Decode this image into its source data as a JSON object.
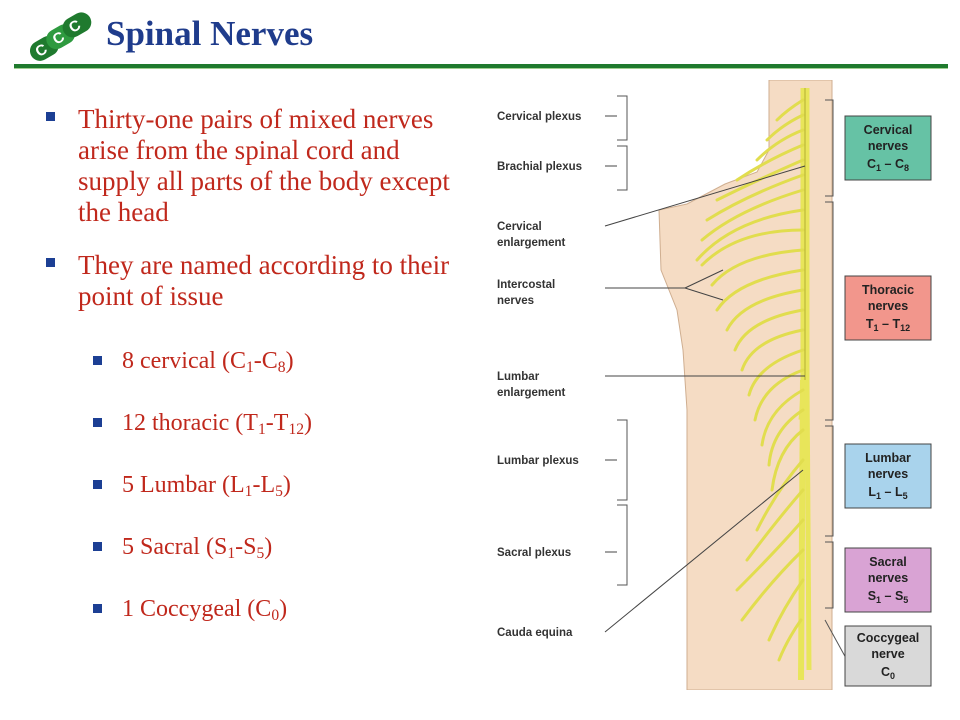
{
  "slide": {
    "title": "Spinal Nerves",
    "logo_icon": "ccc-logo-icon",
    "colors": {
      "title": "#1f3c8c",
      "text": "#c0281c",
      "bullet": "#1c3f94",
      "rule": "#1f7a2e"
    }
  },
  "bullets": [
    {
      "text": "Thirty-one pairs of mixed nerves arise from the spinal cord and supply all parts of the body except the head"
    },
    {
      "text": "They are named according to their point of issue"
    }
  ],
  "sub_bullets": [
    {
      "label": "8 cervical",
      "a": "C",
      "a_sub": "1",
      "b": "C",
      "b_sub": "8"
    },
    {
      "label": "12 thoracic",
      "a": "T",
      "a_sub": "1",
      "b": "T",
      "b_sub": "12"
    },
    {
      "label": "5 Lumbar",
      "a": "L",
      "a_sub": "1",
      "b": "L",
      "b_sub": "5"
    },
    {
      "label": "5 Sacral",
      "a": "S",
      "a_sub": "1",
      "b": "S",
      "b_sub": "5"
    },
    {
      "label": "1 Coccygeal",
      "a": "C",
      "a_sub": "0",
      "b": "",
      "b_sub": ""
    }
  ],
  "figure": {
    "left_labels": {
      "cervical_plexus": "Cervical plexus",
      "brachial_plexus": "Brachial plexus",
      "cervical_enlargement_1": "Cervical",
      "cervical_enlargement_2": "enlargement",
      "intercostal_nerves_1": "Intercostal",
      "intercostal_nerves_2": "nerves",
      "lumbar_enlargement_1": "Lumbar",
      "lumbar_enlargement_2": "enlargement",
      "lumbar_plexus": "Lumbar plexus",
      "sacral_plexus": "Sacral plexus",
      "cauda_equina": "Cauda equina"
    },
    "right_boxes": {
      "cervical": {
        "line1": "Cervical",
        "line2": "nerves",
        "l3a": "C",
        "l3a_sub": "1",
        "l3b": " – C",
        "l3b_sub": "8",
        "color": "#66c2a5"
      },
      "thoracic": {
        "line1": "Thoracic",
        "line2": "nerves",
        "l3a": "T",
        "l3a_sub": "1",
        "l3b": " – T",
        "l3b_sub": "12",
        "color": "#f2968c"
      },
      "lumbar": {
        "line1": "Lumbar",
        "line2": "nerves",
        "l3a": "L",
        "l3a_sub": "1",
        "l3b": " – L",
        "l3b_sub": "5",
        "color": "#a9d3ec"
      },
      "sacral": {
        "line1": "Sacral",
        "line2": "nerves",
        "l3a": "S",
        "l3a_sub": "1",
        "l3b": " – S",
        "l3b_sub": "5",
        "color": "#d9a3d4"
      },
      "coccygeal": {
        "line1": "Coccygeal",
        "line2": "nerve",
        "l3a": "C",
        "l3a_sub": "0",
        "l3b": "",
        "l3b_sub": "",
        "color": "#d9d9d9"
      }
    }
  }
}
